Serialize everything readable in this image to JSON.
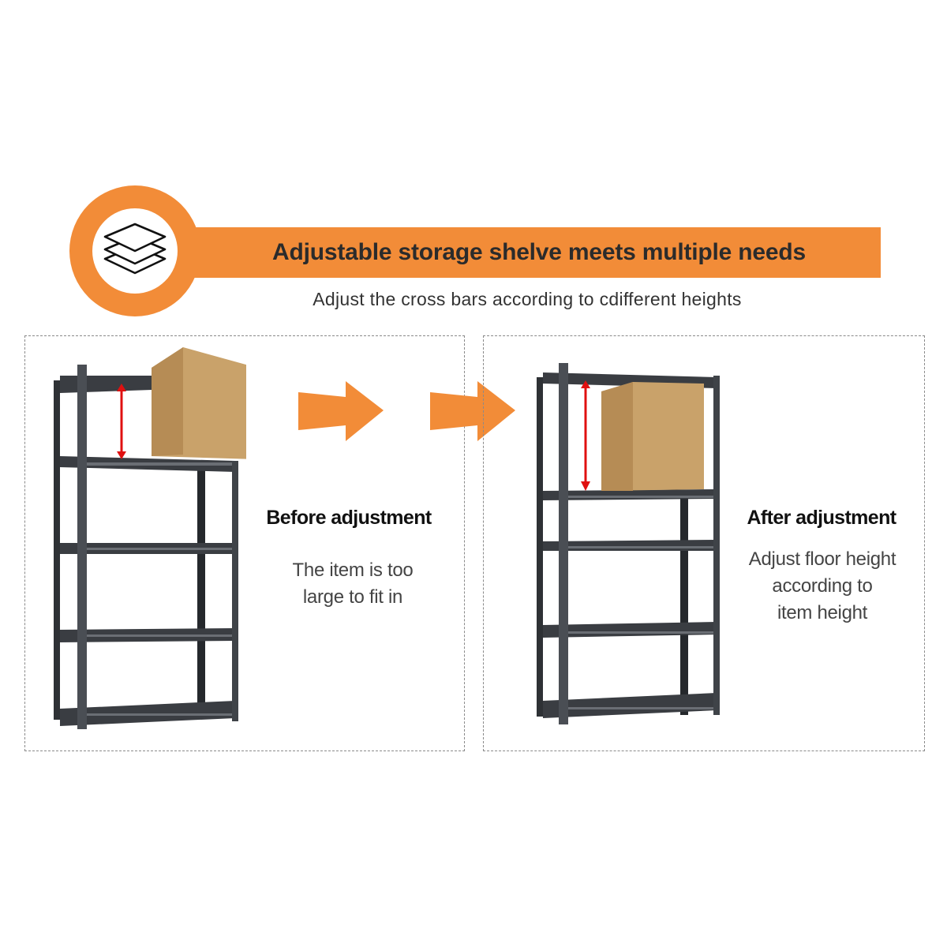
{
  "header": {
    "icon": "layers-icon",
    "title": "Adjustable storage shelve meets multiple needs",
    "subtitle": "Adjust the cross bars according to cdifferent heights"
  },
  "panels": [
    {
      "id": "before",
      "heading": "Before adjustment",
      "description_lines": [
        "The item is too",
        "large to fit in"
      ],
      "illustration": "shelf-with-box-too-tall-icon"
    },
    {
      "id": "after",
      "heading": "After adjustment",
      "description_lines": [
        "Adjust floor height",
        "according to",
        "item height"
      ],
      "illustration": "shelf-with-box-fitted-icon"
    }
  ],
  "flow_arrows": [
    "right-arrow-icon",
    "right-arrow-icon"
  ],
  "colors": {
    "accent": "#f28c38",
    "title_text": "#2b2b2b",
    "shelf_frame": "#3a3d42",
    "box": "#c9a26a",
    "height_arrow": "#e01010",
    "dashed_border": "#8a8a8a"
  }
}
